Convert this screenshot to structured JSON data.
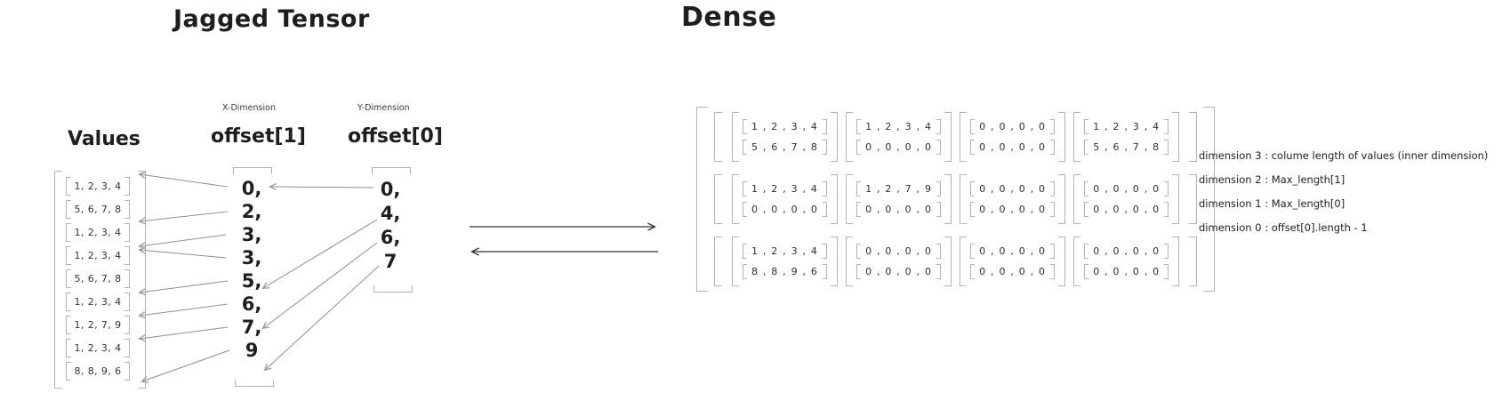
{
  "titles": {
    "jagged": "Jagged Tensor",
    "dense": "Dense"
  },
  "jagged": {
    "values_label": "Values",
    "values": [
      "1, 2, 3, 4",
      "5, 6, 7, 8",
      "1, 2, 3, 4",
      "1, 2, 3, 4",
      "5, 6, 7, 8",
      "1, 2, 3, 4",
      "1, 2, 7, 9",
      "1, 2, 3, 4",
      "8, 8, 9, 6"
    ],
    "offset1": {
      "dimension_label": "X-Dimension",
      "label": "offset[1]",
      "items": [
        "0,",
        "2,",
        "3,",
        "3,",
        "5,",
        "6,",
        "7,",
        "9"
      ]
    },
    "offset0": {
      "dimension_label": "Y-Dimension",
      "label": "offset[0]",
      "items": [
        "0,",
        "4,",
        "6,",
        "7"
      ]
    }
  },
  "dense": {
    "rows": [
      [
        [
          "1 , 2 , 3 , 4",
          "5 , 6 , 7 , 8"
        ],
        [
          "1 , 2 , 3 , 4",
          "0 , 0 , 0 , 0"
        ],
        [
          "0 , 0 , 0 , 0",
          "0 , 0 , 0 , 0"
        ],
        [
          "1 , 2 , 3 , 4",
          "5 , 6 , 7 , 8"
        ]
      ],
      [
        [
          "1 , 2 , 3 , 4",
          "0 , 0 , 0 , 0"
        ],
        [
          "1 , 2 , 7 , 9",
          "0 , 0 , 0 , 0"
        ],
        [
          "0 , 0 , 0 , 0",
          "0 , 0 , 0 , 0"
        ],
        [
          "0 , 0 , 0 , 0",
          "0 , 0 , 0 , 0"
        ]
      ],
      [
        [
          "1 , 2 , 3 , 4",
          "8 , 8 , 9 , 6"
        ],
        [
          "0 , 0 , 0 , 0",
          "0 , 0 , 0 , 0"
        ],
        [
          "0 , 0 , 0 , 0",
          "0 , 0 , 0 , 0"
        ],
        [
          "0 , 0 , 0 , 0",
          "0 , 0 , 0 , 0"
        ]
      ]
    ]
  },
  "annotations": [
    "dimension 3 : colume length of values (inner dimension)",
    "dimension 2 : Max_length[1]",
    "dimension 1 : Max_length[0]",
    "dimension 0 : offset[0].length - 1"
  ],
  "connections": {
    "offset1_to_values_rows": [
      0,
      2,
      3,
      3,
      5,
      6,
      7,
      9
    ],
    "offset0_to_offset1_indices": [
      0,
      4,
      6,
      7
    ],
    "bidirectional_conversion_arrows": true
  },
  "colors": {
    "ink": "#1e1e1e",
    "bracket": "#b3b3b3",
    "arrow": "#8f8f8f",
    "background": "#ffffff"
  }
}
